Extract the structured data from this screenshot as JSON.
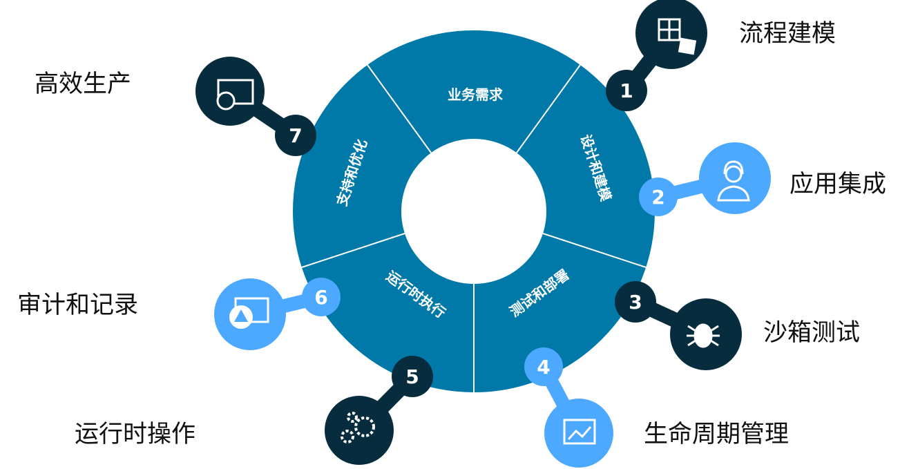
{
  "colors": {
    "ring": "#0079a8",
    "dark": "#062c3d",
    "light": "#4da9ff"
  },
  "segments": [
    "业务需求",
    "设计和建模",
    "测试和部署",
    "运行时执行",
    "支持和优化"
  ],
  "steps": [
    {
      "number": "1",
      "label": "流程建模",
      "icon": "puzzle-icon",
      "style": "dark"
    },
    {
      "number": "2",
      "label": "应用集成",
      "icon": "user-headset-icon",
      "style": "light"
    },
    {
      "number": "3",
      "label": "沙箱测试",
      "icon": "bug-icon",
      "style": "dark"
    },
    {
      "number": "4",
      "label": "生命周期管理",
      "icon": "chart-window-icon",
      "style": "light"
    },
    {
      "number": "5",
      "label": "运行时操作",
      "icon": "gears-icon",
      "style": "dark"
    },
    {
      "number": "6",
      "label": "审计和记录",
      "icon": "warning-window-icon",
      "style": "light"
    },
    {
      "number": "7",
      "label": "高效生产",
      "icon": "refresh-window-icon",
      "style": "dark"
    }
  ]
}
